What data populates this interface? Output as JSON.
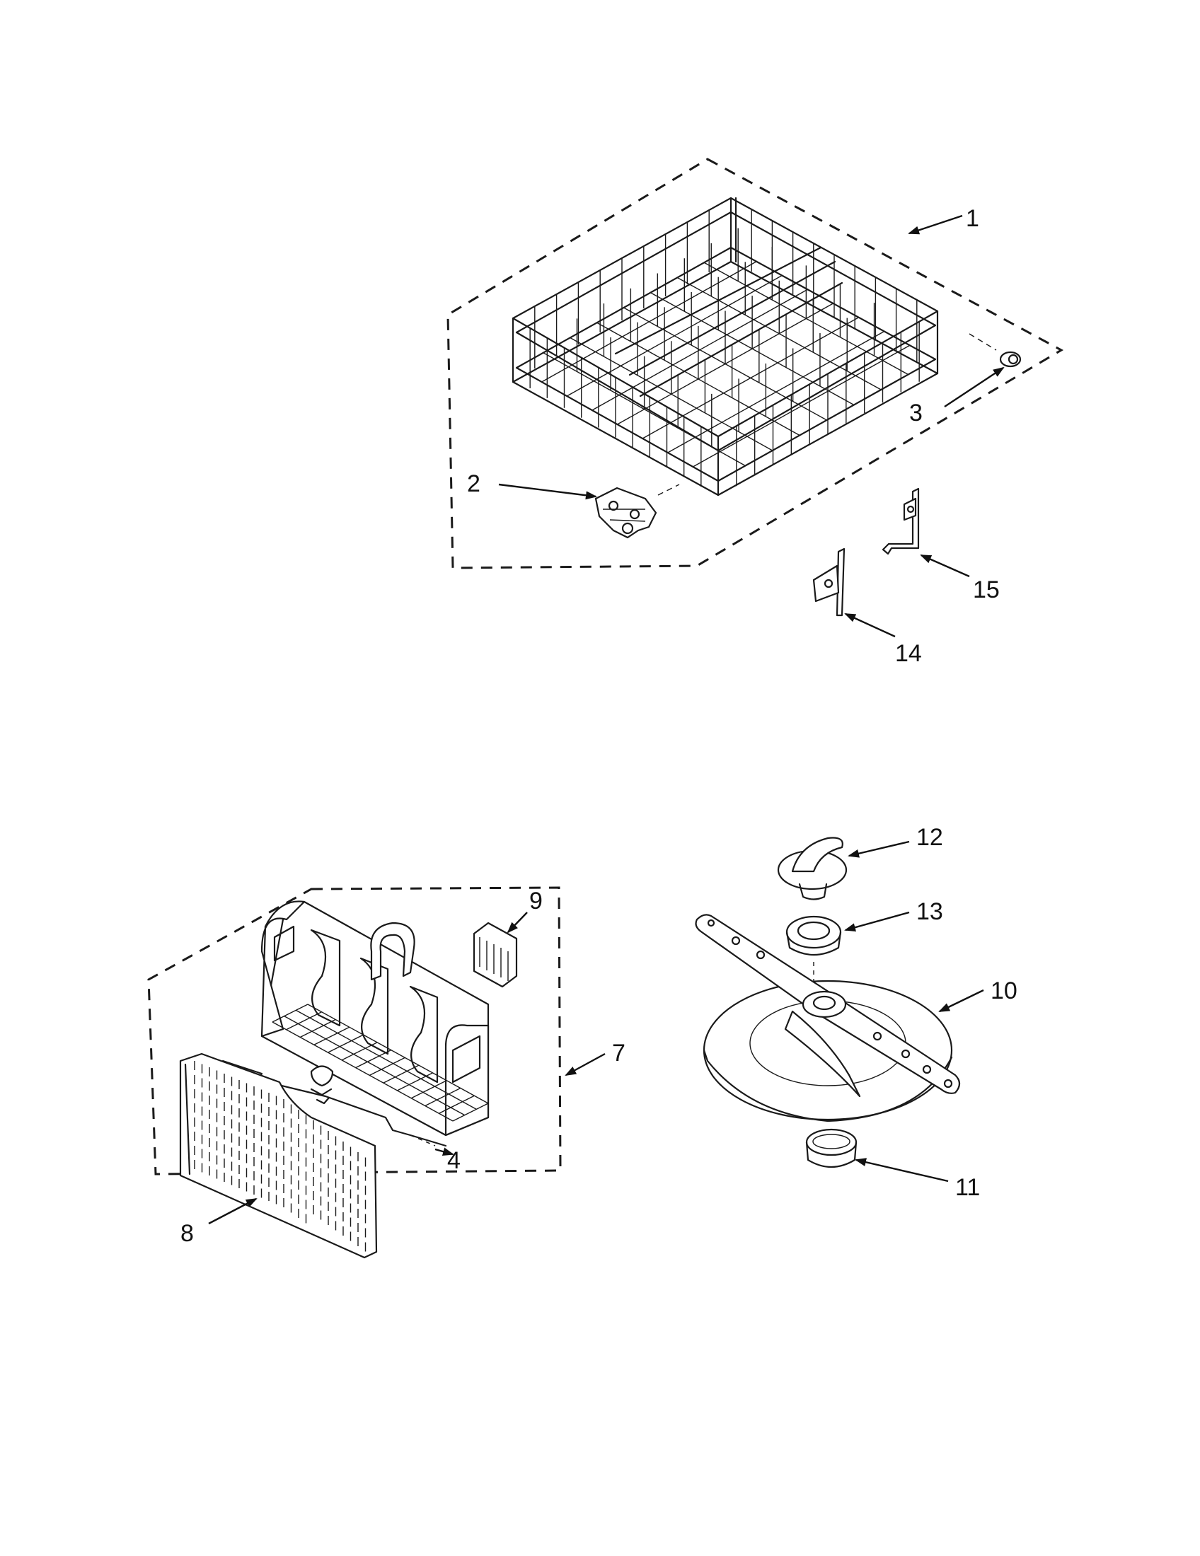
{
  "diagram": {
    "callouts": [
      {
        "id": "c1",
        "text": "1"
      },
      {
        "id": "c2",
        "text": "2"
      },
      {
        "id": "c3",
        "text": "3"
      },
      {
        "id": "c4",
        "text": "4"
      },
      {
        "id": "c7",
        "text": "7"
      },
      {
        "id": "c8",
        "text": "8"
      },
      {
        "id": "c9",
        "text": "9"
      },
      {
        "id": "c10",
        "text": "10"
      },
      {
        "id": "c11",
        "text": "11"
      },
      {
        "id": "c12",
        "text": "12"
      },
      {
        "id": "c13",
        "text": "13"
      },
      {
        "id": "c14",
        "text": "14"
      },
      {
        "id": "c15",
        "text": "15"
      }
    ],
    "parts": [
      {
        "name": "lower-dish-rack",
        "callout": "1"
      },
      {
        "name": "rack-wheel-bracket",
        "callout": "2"
      },
      {
        "name": "rack-roller",
        "callout": "3"
      },
      {
        "name": "silverware-basket-handle-rod",
        "callout": "4"
      },
      {
        "name": "silverware-basket-assembly",
        "callout": "7"
      },
      {
        "name": "silverware-basket-cover",
        "callout": "8"
      },
      {
        "name": "basket-insert",
        "callout": "9"
      },
      {
        "name": "lower-spray-arm-assembly",
        "callout": "10"
      },
      {
        "name": "bearing-ring",
        "callout": "11"
      },
      {
        "name": "spray-arm-hub-cap",
        "callout": "12"
      },
      {
        "name": "seal-ring",
        "callout": "13"
      },
      {
        "name": "left-rack-clip",
        "callout": "14"
      },
      {
        "name": "right-rack-clip",
        "callout": "15"
      }
    ],
    "colors": {
      "ink": "#1a1a1a",
      "background": "#ffffff"
    }
  }
}
